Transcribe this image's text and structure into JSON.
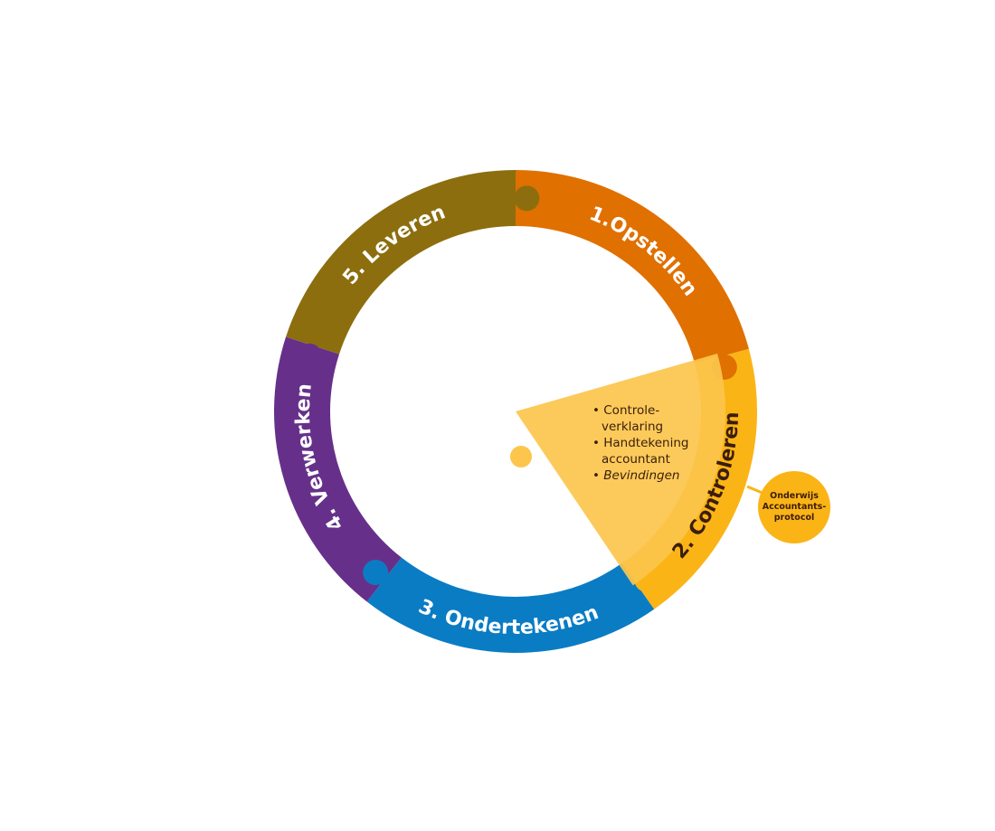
{
  "segments": [
    {
      "label": "1.Opstellen",
      "color": "#E07000"
    },
    {
      "label": "2. Controleren",
      "color": "#FBB416"
    },
    {
      "label": "3. Ondertekenen",
      "color": "#0A7CC4"
    },
    {
      "label": "4. Verwerken",
      "color": "#66308A"
    },
    {
      "label": "5. Leveren",
      "color": "#8C6E0E"
    }
  ],
  "wedge": {
    "color": "#FCC64C",
    "bullets": [
      "Controle-verklaring",
      "Handtekening accountant",
      "Bevindingen"
    ],
    "bullet_lines": [
      "• Controle-",
      "verklaring",
      "• Handtekening",
      "accountant",
      "• Bevindingen"
    ]
  },
  "callout": {
    "line1": "Onderwijs",
    "line2": "Accountants-",
    "line3": "protocol"
  }
}
